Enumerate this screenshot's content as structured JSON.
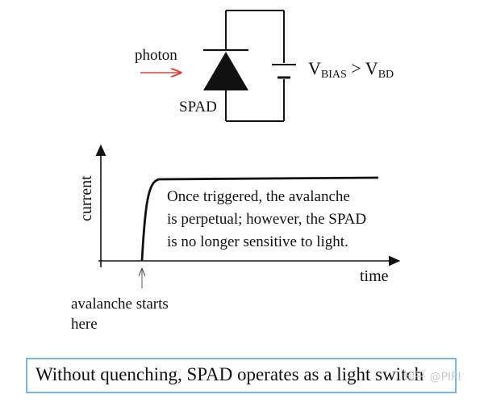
{
  "circuit": {
    "photon_label": "photon",
    "spad_label": "SPAD",
    "bias_v": "V",
    "bias_sub": "BIAS",
    "bias_op": " > V",
    "bd_sub": "BD"
  },
  "plot": {
    "y_axis_label": "current",
    "x_axis_label": "time",
    "annotation_lines": [
      "Once triggered, the avalanche",
      "is perpetual; however, the SPAD",
      "is no longer sensitive to light."
    ],
    "marker_lines": [
      "avalanche starts",
      "here"
    ]
  },
  "caption": "Without quenching, SPAD operates as a light switch",
  "watermark": "知乎 @PIPI",
  "colors": {
    "photon_arrow": "#d9453a",
    "caption_border": "#7ab7dd",
    "ink": "#111111"
  },
  "icons": {
    "diode": "spad-diode-symbol",
    "battery": "bias-battery-symbol"
  }
}
